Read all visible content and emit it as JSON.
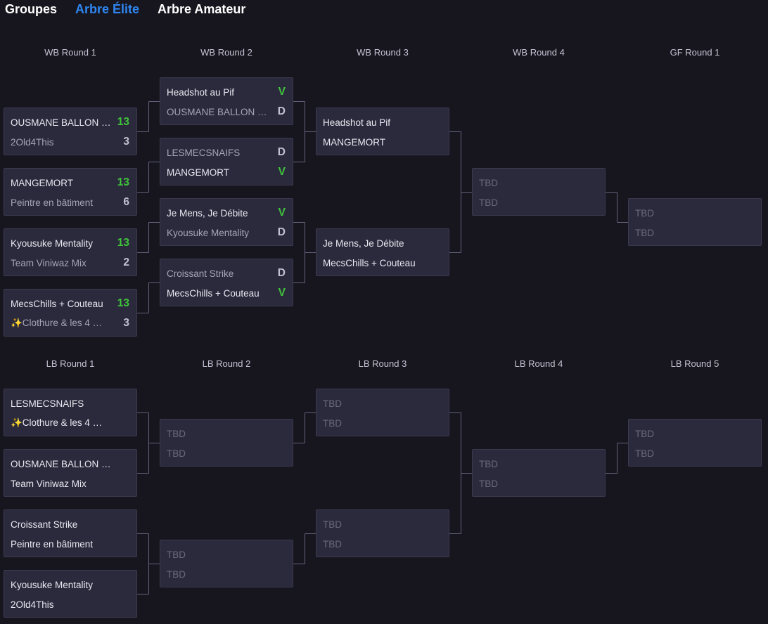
{
  "tabs": [
    {
      "label": "Groupes",
      "active": false
    },
    {
      "label": "Arbre Élite",
      "active": true
    },
    {
      "label": "Arbre Amateur",
      "active": false
    }
  ],
  "colors": {
    "background": "#17161f",
    "card": "#2b2a3d",
    "active_tab": "#2f86f0",
    "win": "#3fc53a",
    "connector": "#63617a"
  },
  "winners_bracket": {
    "rounds": [
      {
        "title": "WB Round 1",
        "matches": [
          {
            "team1": "OUSMANE BALLON …",
            "score1": "13",
            "team2": "2Old4This",
            "score2": "3",
            "winner": 1
          },
          {
            "team1": "MANGEMORT",
            "score1": "13",
            "team2": "Peintre en bâtiment",
            "score2": "6",
            "winner": 1
          },
          {
            "team1": "Kyousuke Mentality",
            "score1": "13",
            "team2": "Team Viniwaz Mix",
            "score2": "2",
            "winner": 1
          },
          {
            "team1": "MecsChills + Couteau",
            "score1": "13",
            "team2": "✨Clothure & les 4 …",
            "score2": "3",
            "winner": 1
          }
        ]
      },
      {
        "title": "WB Round 2",
        "matches": [
          {
            "team1": "Headshot au Pif",
            "score1": "V",
            "team2": "OUSMANE BALLON …",
            "score2": "D",
            "winner": 1
          },
          {
            "team1": "LESMECSNAIFS",
            "score1": "D",
            "team2": "MANGEMORT",
            "score2": "V",
            "winner": 2
          },
          {
            "team1": "Je Mens, Je Débite",
            "score1": "V",
            "team2": "Kyousuke Mentality",
            "score2": "D",
            "winner": 1
          },
          {
            "team1": "Croissant Strike",
            "score1": "D",
            "team2": "MecsChills + Couteau",
            "score2": "V",
            "winner": 2
          }
        ]
      },
      {
        "title": "WB Round 3",
        "matches": [
          {
            "team1": "Headshot au Pif",
            "score1": "",
            "team2": "MANGEMORT",
            "score2": "",
            "winner": 0
          },
          {
            "team1": "Je Mens, Je Débite",
            "score1": "",
            "team2": "MecsChills + Couteau",
            "score2": "",
            "winner": 0
          }
        ]
      },
      {
        "title": "WB Round 4",
        "matches": [
          {
            "team1": "TBD",
            "score1": "",
            "team2": "TBD",
            "score2": "",
            "winner": 0
          }
        ]
      },
      {
        "title": "GF Round 1",
        "matches": [
          {
            "team1": "TBD",
            "score1": "",
            "team2": "TBD",
            "score2": "",
            "winner": 0
          }
        ]
      }
    ]
  },
  "losers_bracket": {
    "rounds": [
      {
        "title": "LB Round 1",
        "matches": [
          {
            "team1": "LESMECSNAIFS",
            "score1": "",
            "team2": "✨Clothure & les 4 …",
            "score2": "",
            "winner": 0
          },
          {
            "team1": "OUSMANE BALLON …",
            "score1": "",
            "team2": "Team Viniwaz Mix",
            "score2": "",
            "winner": 0
          },
          {
            "team1": "Croissant Strike",
            "score1": "",
            "team2": "Peintre en bâtiment",
            "score2": "",
            "winner": 0
          },
          {
            "team1": "Kyousuke Mentality",
            "score1": "",
            "team2": "2Old4This",
            "score2": "",
            "winner": 0
          }
        ]
      },
      {
        "title": "LB Round 2",
        "matches": [
          {
            "team1": "TBD",
            "score1": "",
            "team2": "TBD",
            "score2": "",
            "winner": 0
          },
          {
            "team1": "TBD",
            "score1": "",
            "team2": "TBD",
            "score2": "",
            "winner": 0
          }
        ]
      },
      {
        "title": "LB Round 3",
        "matches": [
          {
            "team1": "TBD",
            "score1": "",
            "team2": "TBD",
            "score2": "",
            "winner": 0
          },
          {
            "team1": "TBD",
            "score1": "",
            "team2": "TBD",
            "score2": "",
            "winner": 0
          }
        ]
      },
      {
        "title": "LB Round 4",
        "matches": [
          {
            "team1": "TBD",
            "score1": "",
            "team2": "TBD",
            "score2": "",
            "winner": 0
          }
        ]
      },
      {
        "title": "LB Round 5",
        "matches": [
          {
            "team1": "TBD",
            "score1": "",
            "team2": "TBD",
            "score2": "",
            "winner": 0
          }
        ]
      }
    ]
  }
}
